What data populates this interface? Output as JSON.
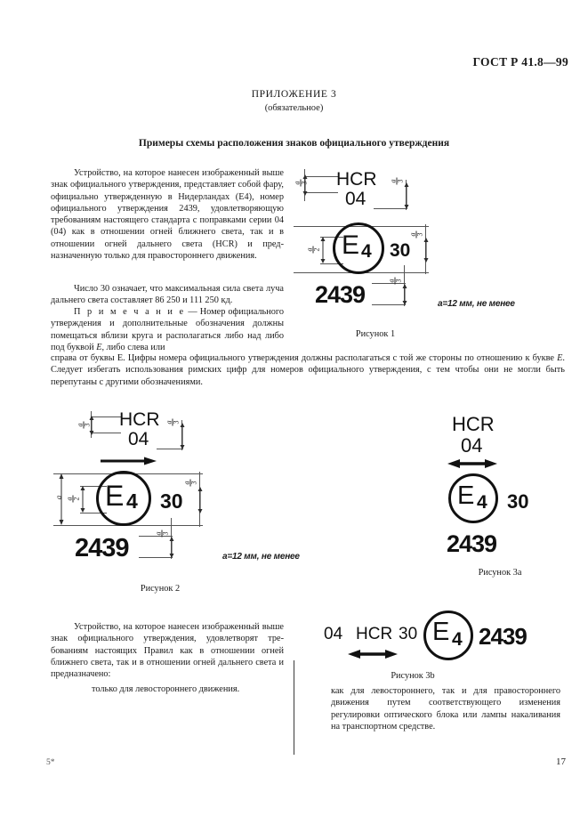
{
  "header": {
    "standard_code": "ГОСТ Р 41.8—99"
  },
  "appendix": {
    "title": "ПРИЛОЖЕНИЕ 3",
    "subtitle": "(обязательное)",
    "section_title": "Примеры схемы расположения знаков официального утверждения"
  },
  "paragraphs": {
    "p1": "Устройство, на которое нанесен изобра­женный выше знак официального утверждения, представляет собой фару, официально утвержден­ную в Нидерландах (Е4), номер официального ут­верждения 2439, удовлетворяющую требованиям настоящего стандарта с поправками серии 04 (04) как в отношении огней ближнего света, так и в отношении огней дальнего света (HCR) и пред­назначенную только для правостороннего движе­ния.",
    "p2": "Число 30 означает, что максимальная сила света луча дальнего света составляет 86 250  и 111 250 кд.",
    "note_label": "П р и м е ч а н и е",
    "note_text": " — Номер официального утверждения и дополнительные обозначения должны помещаться вблизи круга и  располагать­ся либо над либо под буквой ",
    "note_text_2": ", либо слева или",
    "p3_wide_a": "справа от буквы Е. Цифры номера официального утверждения должны располагаться с той же стороны по отношению к букве ",
    "p3_wide_b": ". Следует избегать использования римских цифр для номеров официального утверждения, с тем чтобы они  не могли быть перепутаны с другими обозначениями.",
    "italic_E": "Е",
    "bottom_left": "Устройство, на которое нанесен изображенный выше знак официального утверждения, удовлетворят тре­бованиям настоящих Правил как в отношении огней ближнего света, так и в отношении огней дальнего света и предназначено:",
    "bottom_left_2": "только для левостороннего движения.",
    "bottom_right": "как для левостороннего, так и для правосто­роннего движения путем соответствующего изменения регулировки оптического блока или лампы накаливания на транспортном сред­стве."
  },
  "figures": {
    "fig1": {
      "caption": "Рисунок 1",
      "hcr": "HCR",
      "series": "04",
      "e_letter": "E",
      "e_digit": "4",
      "intensity": "30",
      "approval_number": "2439",
      "note": "a=12 мм, не менее",
      "dim_a3": "a/3",
      "dim_a2": "a/2"
    },
    "fig2": {
      "caption": "Рисунок 2",
      "hcr": "HCR",
      "series": "04",
      "e_letter": "E",
      "e_digit": "4",
      "intensity": "30",
      "approval_number": "2439",
      "note": "a=12 мм, не менее",
      "dim_a": "a",
      "dim_a3": "a/3",
      "dim_a2": "a/2"
    },
    "fig3a": {
      "caption": "Рисунок 3а",
      "hcr": "HCR",
      "series": "04",
      "e_letter": "E",
      "e_digit": "4",
      "intensity": "30",
      "approval_number": "2439"
    },
    "fig3b": {
      "caption": "Рисунок 3b",
      "series": "04",
      "hcr": "HCR",
      "intensity": "30",
      "e_letter": "E",
      "e_digit": "4",
      "approval_number": "2439"
    }
  },
  "footer": {
    "left_mark": "5*",
    "page_number": "17"
  },
  "colors": {
    "ink": "#1a1a1a",
    "line": "#2b2b2b",
    "paper": "#ffffff"
  }
}
